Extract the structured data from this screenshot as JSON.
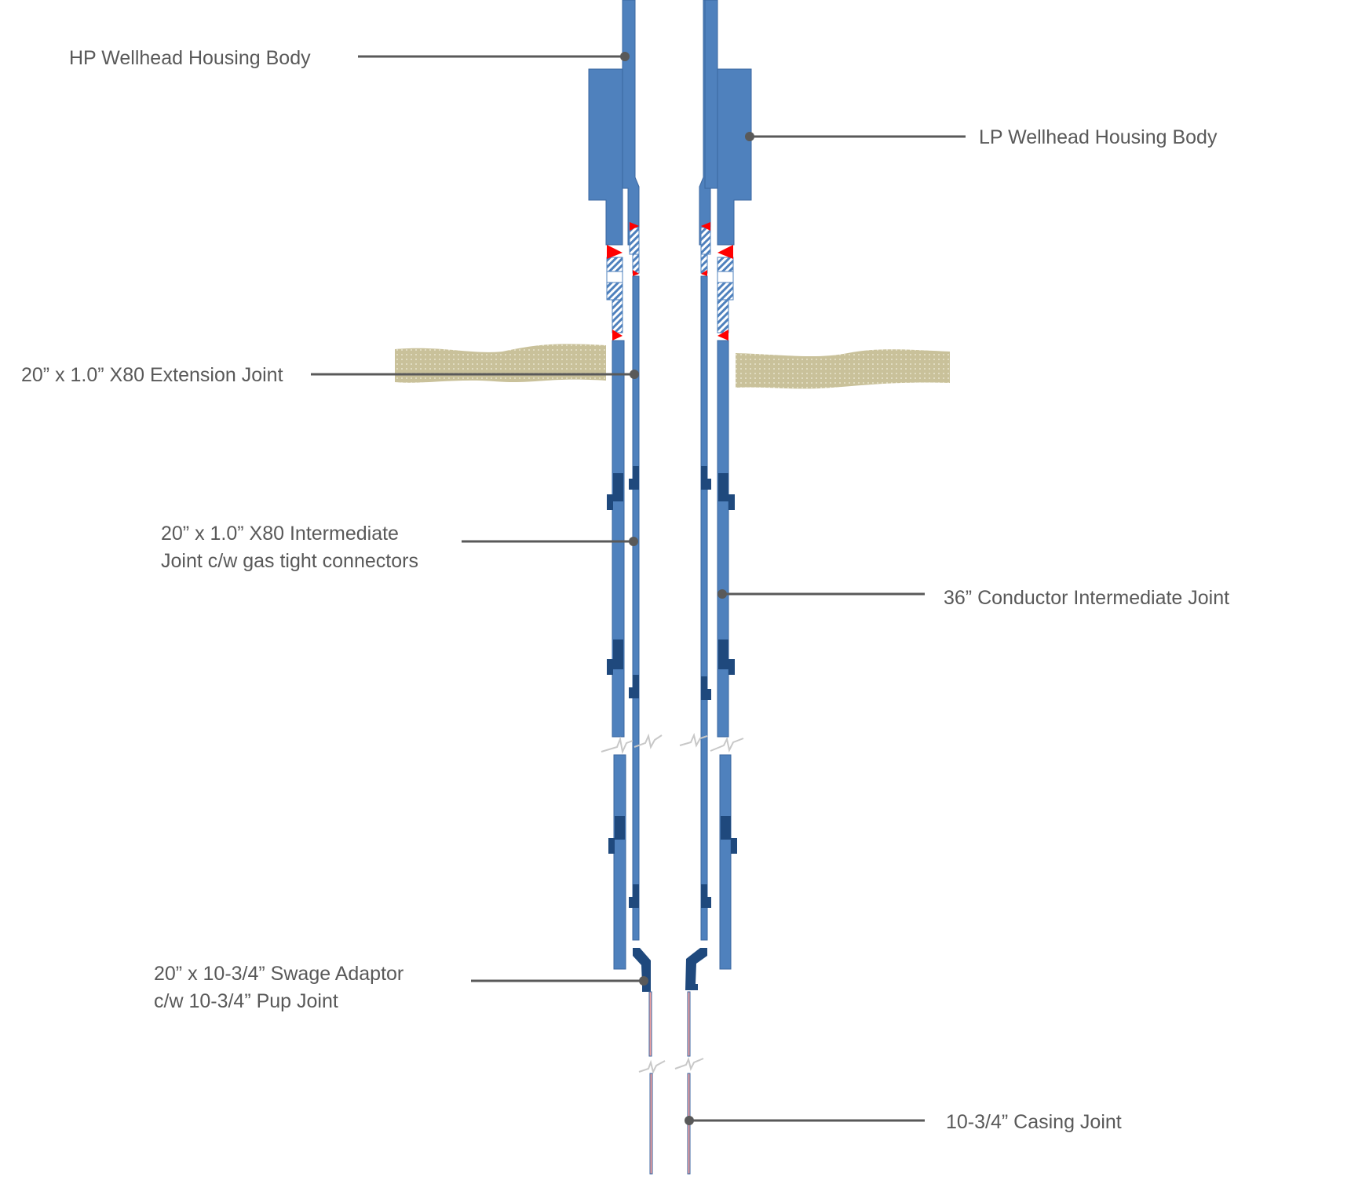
{
  "labels": {
    "hp_housing": "HP Wellhead Housing Body",
    "lp_housing": "LP Wellhead Housing Body",
    "extension_joint": "20” x 1.0” X80 Extension Joint",
    "intermediate_joint_line1": "20” x 1.0” X80 Intermediate",
    "intermediate_joint_line2": "Joint c/w gas tight connectors",
    "conductor_joint": "36” Conductor Intermediate Joint",
    "swage_line1": "20” x 10-3/4” Swage Adaptor",
    "swage_line2": "c/w 10-3/4” Pup Joint",
    "casing_joint": "10-3/4” Casing Joint"
  },
  "colors": {
    "steel": "#4f81bd",
    "connector": "#1f497d",
    "seal": "#ff0000",
    "soil": "#c9c19a",
    "leader": "#595959"
  }
}
